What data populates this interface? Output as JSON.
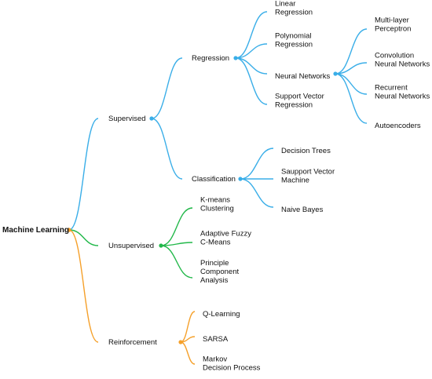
{
  "colors": {
    "supervised": "#3aaee8",
    "unsupervised": "#22b84a",
    "reinforcement": "#f5a02a",
    "text": "#111111"
  },
  "root": {
    "label": "Machine Learning"
  },
  "branches": [
    {
      "id": "supervised",
      "label": "Supervised",
      "children": [
        {
          "id": "regression",
          "label": "Regression",
          "children": [
            {
              "id": "linear",
              "lines": [
                "Linear",
                "Regression"
              ]
            },
            {
              "id": "polynomial",
              "lines": [
                "Polynomial",
                "Regression"
              ]
            },
            {
              "id": "neural",
              "lines": [
                "Neural Networks"
              ],
              "children": [
                {
                  "id": "mlp",
                  "lines": [
                    "Multi-layer",
                    "Perceptron"
                  ]
                },
                {
                  "id": "cnn",
                  "lines": [
                    "Convolution",
                    "Neural Networks"
                  ]
                },
                {
                  "id": "rnn",
                  "lines": [
                    "Recurrent",
                    "Neural Networks"
                  ]
                },
                {
                  "id": "autoenc",
                  "lines": [
                    "Autoencoders"
                  ]
                }
              ]
            },
            {
              "id": "svr",
              "lines": [
                "Support Vector",
                "Regression"
              ]
            }
          ]
        },
        {
          "id": "classification",
          "label": "Classification",
          "children": [
            {
              "id": "dtrees",
              "lines": [
                "Decision Trees"
              ]
            },
            {
              "id": "svm",
              "lines": [
                "Saupport Vector",
                "Machine"
              ]
            },
            {
              "id": "nbayes",
              "lines": [
                "Naive Bayes"
              ]
            }
          ]
        }
      ]
    },
    {
      "id": "unsupervised",
      "label": "Unsupervised",
      "children": [
        {
          "id": "kmeans",
          "lines": [
            "K-means",
            "Clustering"
          ]
        },
        {
          "id": "afcm",
          "lines": [
            "Adaptive Fuzzy",
            "C-Means"
          ]
        },
        {
          "id": "pca",
          "lines": [
            "Principle",
            "Component",
            "Analysis"
          ]
        }
      ]
    },
    {
      "id": "reinforcement",
      "label": "Reinforcement",
      "children": [
        {
          "id": "qlearning",
          "lines": [
            "Q-Learning"
          ]
        },
        {
          "id": "sarsa",
          "lines": [
            "SARSA"
          ]
        },
        {
          "id": "mdp",
          "lines": [
            "Markov",
            "Decision Process"
          ]
        }
      ]
    }
  ]
}
